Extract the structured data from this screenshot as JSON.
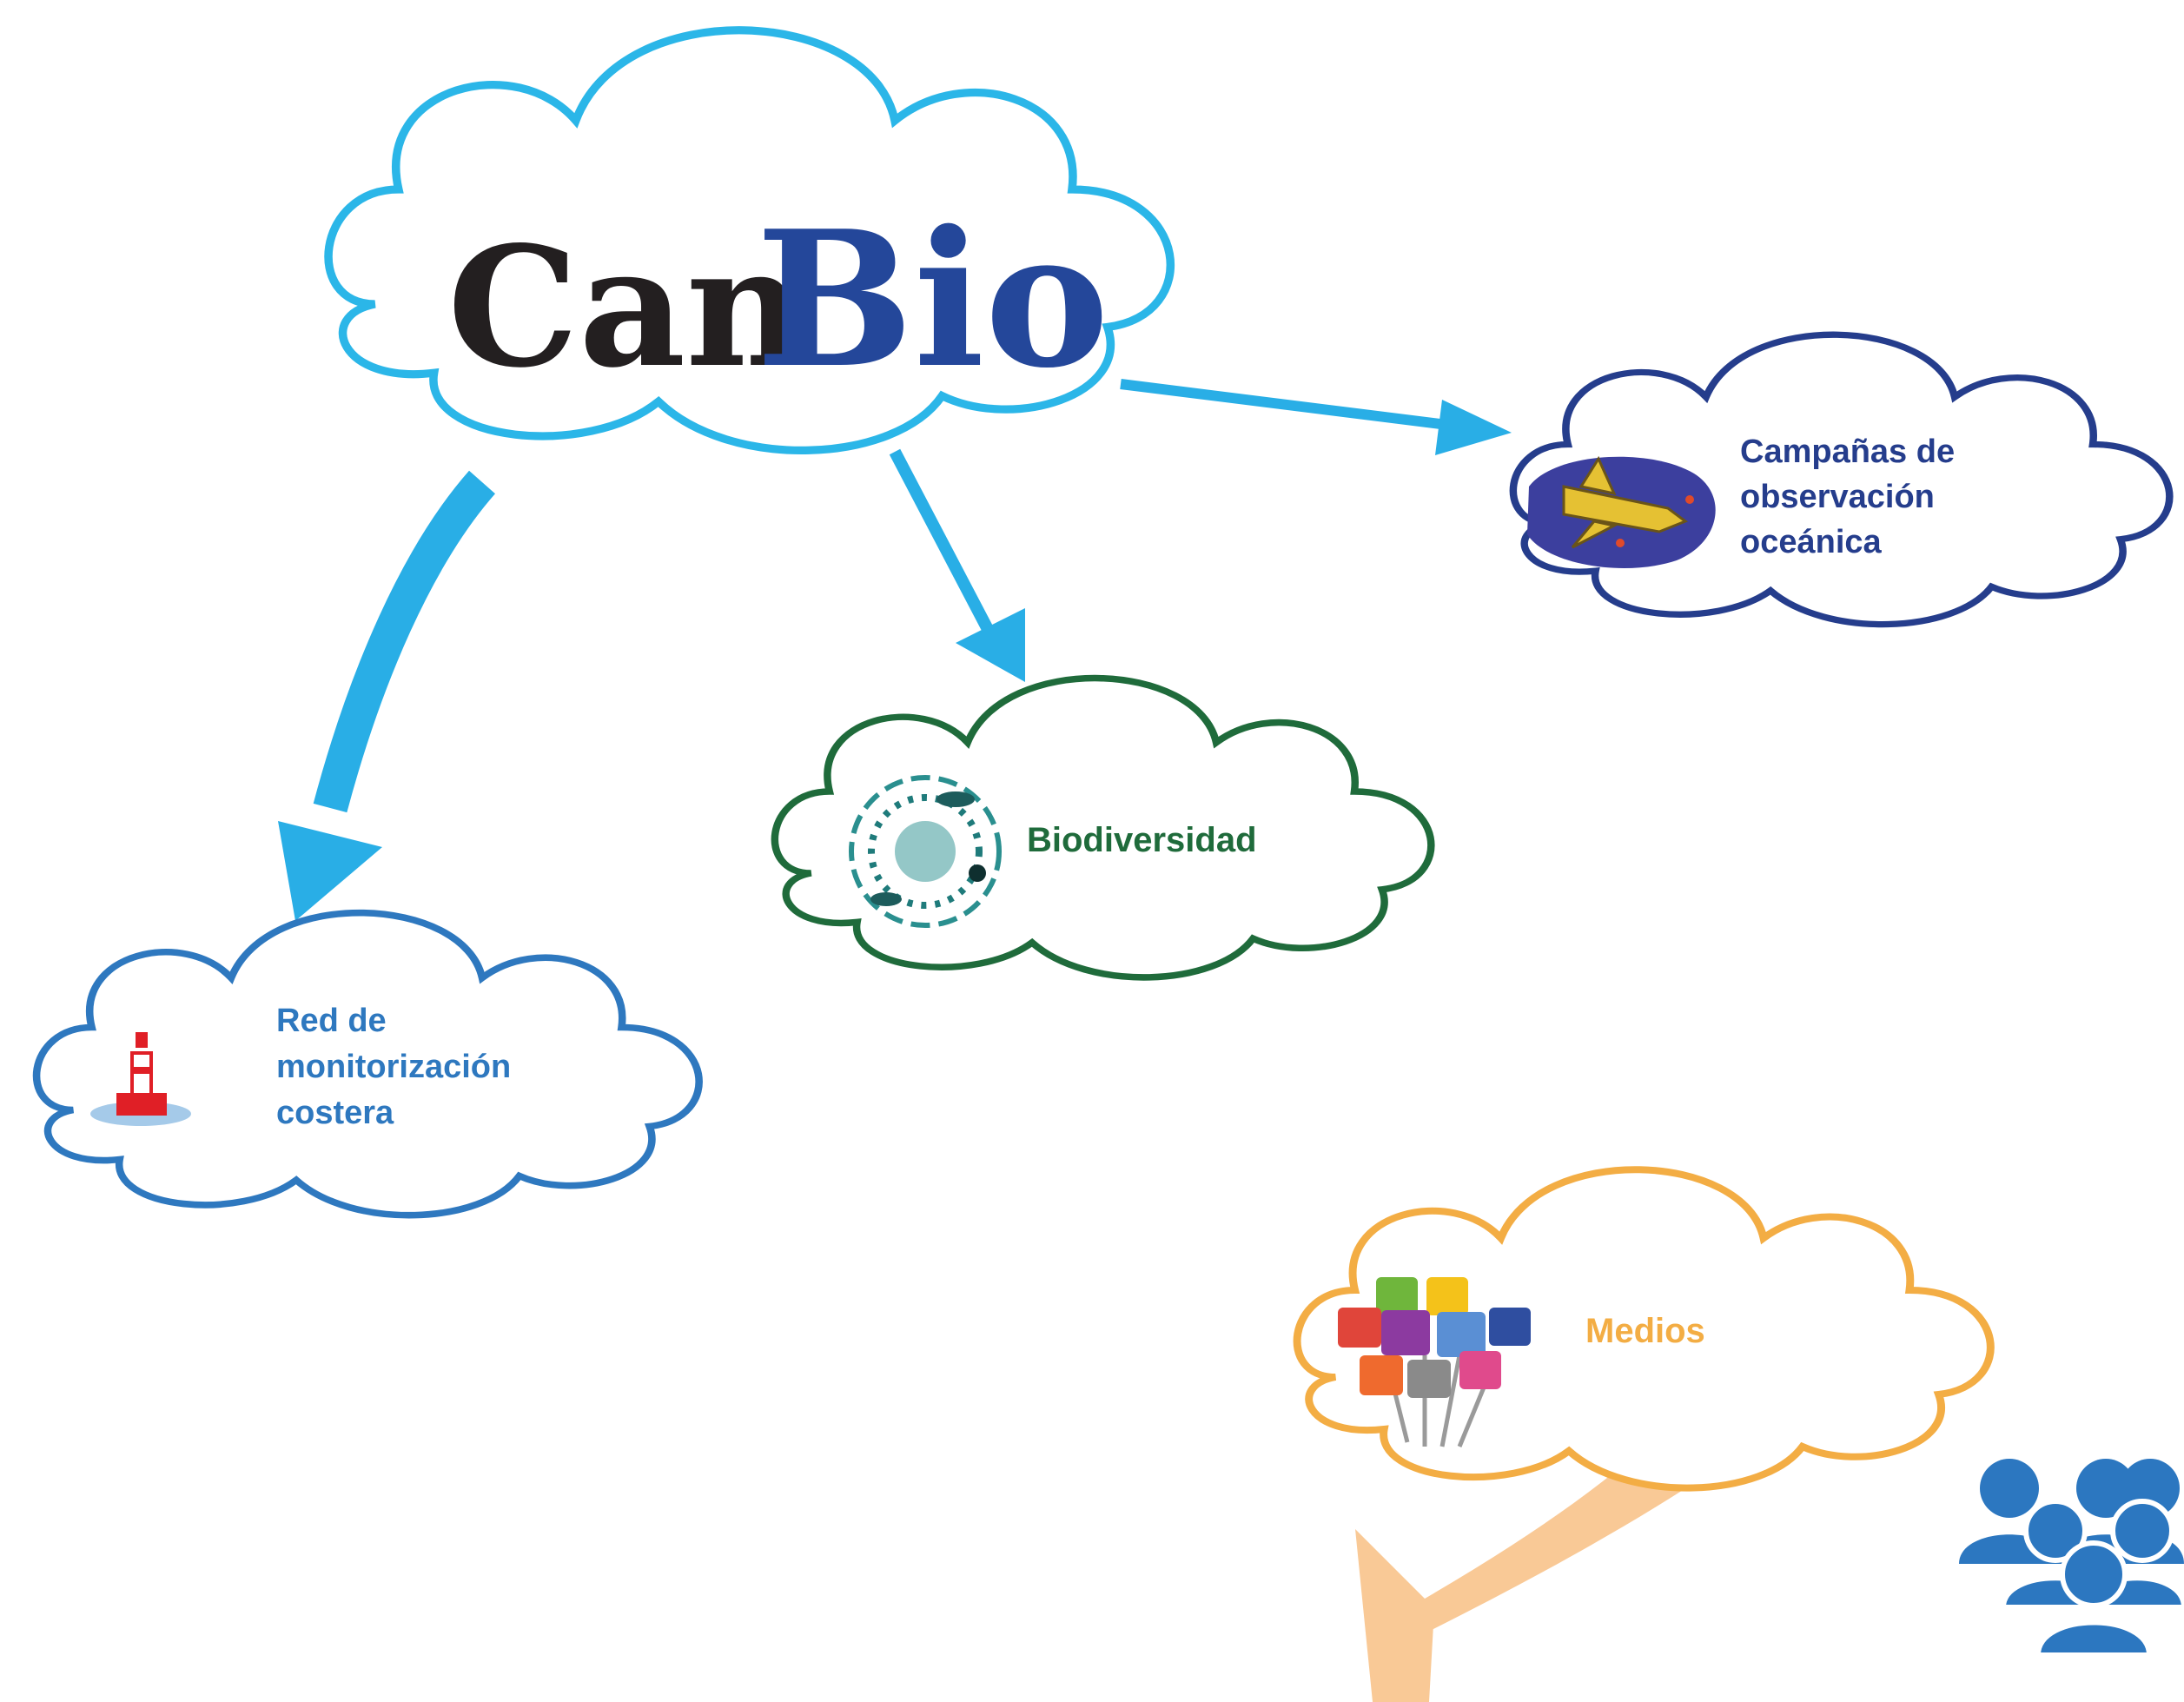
{
  "title": {
    "part1": "Can",
    "part2": "Bio"
  },
  "nodes": {
    "campanas": {
      "lines": [
        "Campañas de",
        "observación",
        "oceánica"
      ]
    },
    "biodiversidad": {
      "lines": [
        "Biodiversidad"
      ]
    },
    "red": {
      "lines": [
        "Red de",
        "monitorización",
        "costera"
      ]
    },
    "medios": {
      "lines": [
        "Medios"
      ]
    }
  },
  "colors": {
    "main_cloud": "#2bb6e8",
    "arrow": "#29aee6",
    "campanas": "#253d8c",
    "biodiversidad": "#1f6b3b",
    "red": "#2e78bf",
    "medios": "#f3ad44",
    "medios_arrow": "#f9c996",
    "people": "#2c77c0",
    "can_text": "#231f20",
    "bio_text": "#24479a"
  },
  "icons": [
    "glider-icon",
    "marine-life-icon",
    "buoy-icon",
    "social-media-signs-icon",
    "people-group-icon"
  ]
}
